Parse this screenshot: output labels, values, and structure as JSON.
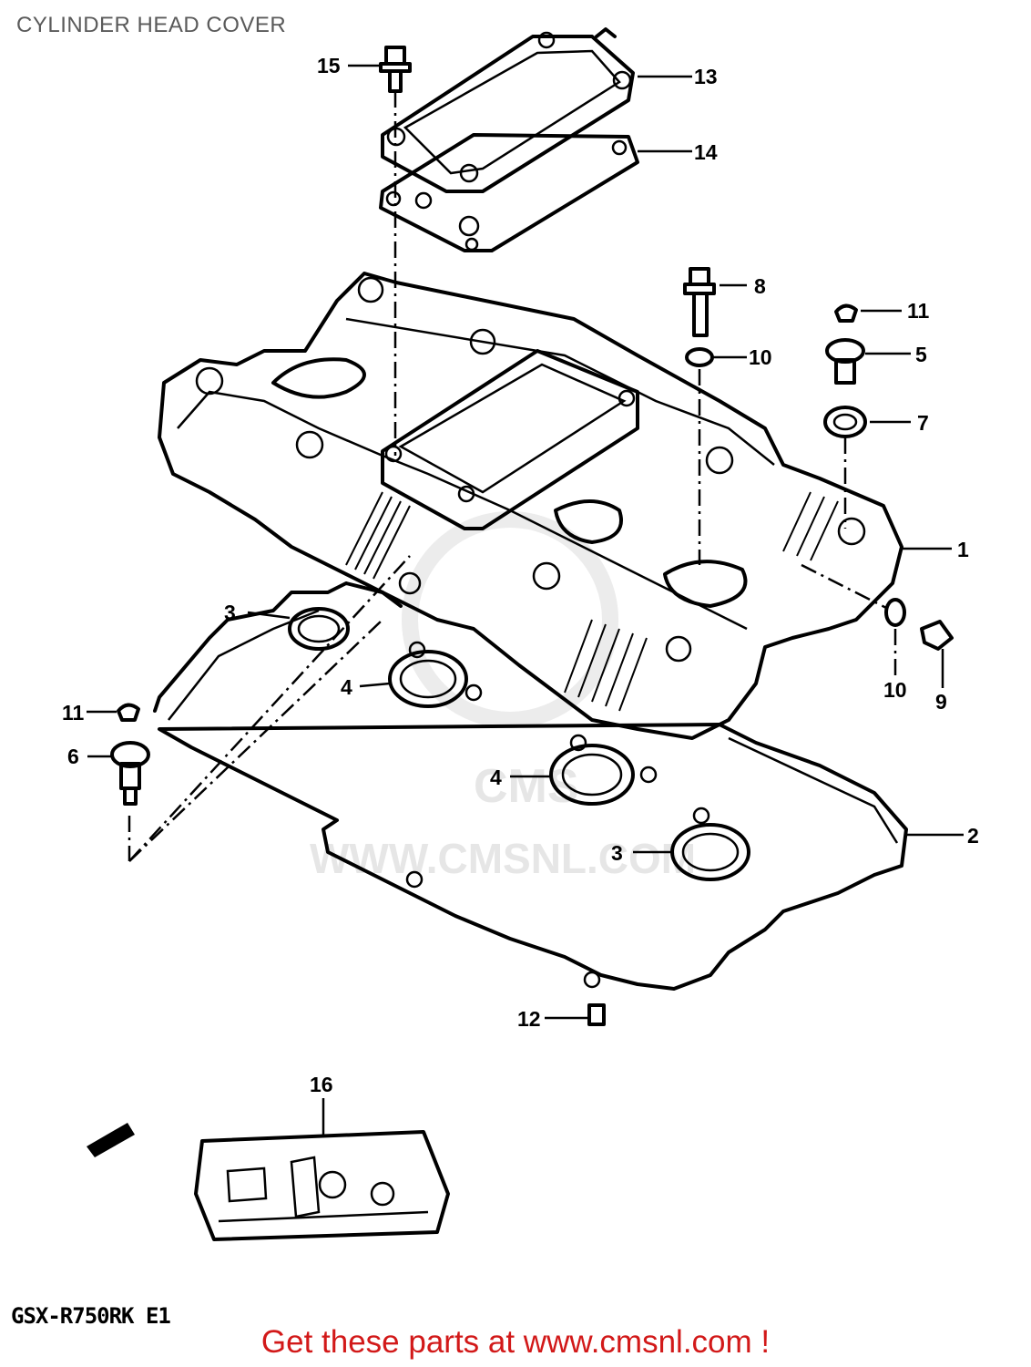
{
  "title": "CYLINDER HEAD COVER",
  "model_label": "GSX-R750RK E1",
  "footer_text": "Get these parts at www.cmsnl.com !",
  "watermark": {
    "logo_text": "CMS",
    "url_text": "WWW.CMSNL.COM"
  },
  "callouts": {
    "c1": "1",
    "c2": "2",
    "c3a": "3",
    "c3b": "3",
    "c4a": "4",
    "c4b": "4",
    "c5": "5",
    "c6": "6",
    "c7": "7",
    "c8": "8",
    "c9": "9",
    "c10a": "10",
    "c10b": "10",
    "c11a": "11",
    "c11b": "11",
    "c12": "12",
    "c13": "13",
    "c14": "14",
    "c15": "15",
    "c16": "16"
  },
  "colors": {
    "footer": "#d21919",
    "title": "#5a5a5a",
    "watermark": "#e6e6e6",
    "line": "#000000"
  }
}
